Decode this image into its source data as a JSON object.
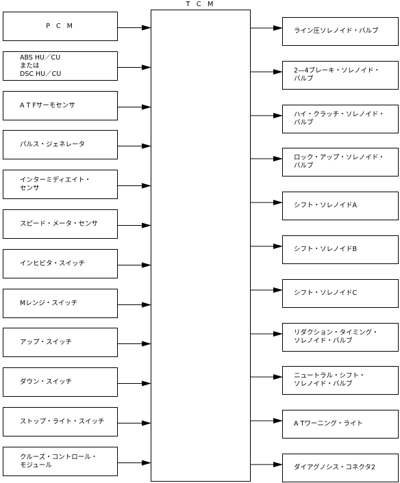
{
  "center": {
    "title": "T C M"
  },
  "inputs": [
    "P C M",
    "ABS HU／CU\nまたは\nDSC HU／CU",
    "A T Fサーモセンサ",
    "パルス・ジェネレータ",
    "インターミディエイト・\nセンサ",
    "スピード・メータ・センサ",
    "インヒビタ・スイッチ",
    "Mレンジ・スイッチ",
    "アップ・スイッチ",
    "ダウン・スイッチ",
    "ストップ・ライト・スイッチ",
    "クルーズ・コントロール・\nモジュール"
  ],
  "outputs": [
    "ライン圧ソレノイド・バルブ",
    "2—4ブレーキ・ソレノイド・\nバルブ",
    "ハイ・クラッチ・ソレノイド・\nバルブ",
    "ロック・アップ・ソレノイド・\nバルブ",
    "シフト・ソレノイドA",
    "シフト・ソレノイドB",
    "シフト・ソレノイドC",
    "リダクション・タイミング・\nソレノイド・バルブ",
    "ニュートラル・シフト・\nソレノイド・バルブ",
    "A Tワーニング・ライト",
    "ダイアグノシス・コネクタ2"
  ]
}
